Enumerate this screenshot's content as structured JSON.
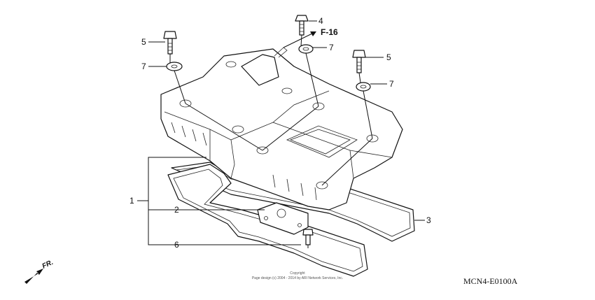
{
  "callouts": {
    "c1": "1",
    "c2": "2",
    "c3": "3",
    "c4": "4",
    "c5a": "5",
    "c5b": "5",
    "c6": "6",
    "c7a": "7",
    "c7b": "7",
    "c7c": "7"
  },
  "ref_label": "F-16",
  "direction_label": "FR.",
  "copyright": {
    "line1": "Copyright",
    "line2": "Page design (c) 2004 - 2014 by ARI Network Services, Inc."
  },
  "diagram_code": "MCN4-E0100A",
  "icons": [
    "front-direction-arrow-icon"
  ]
}
